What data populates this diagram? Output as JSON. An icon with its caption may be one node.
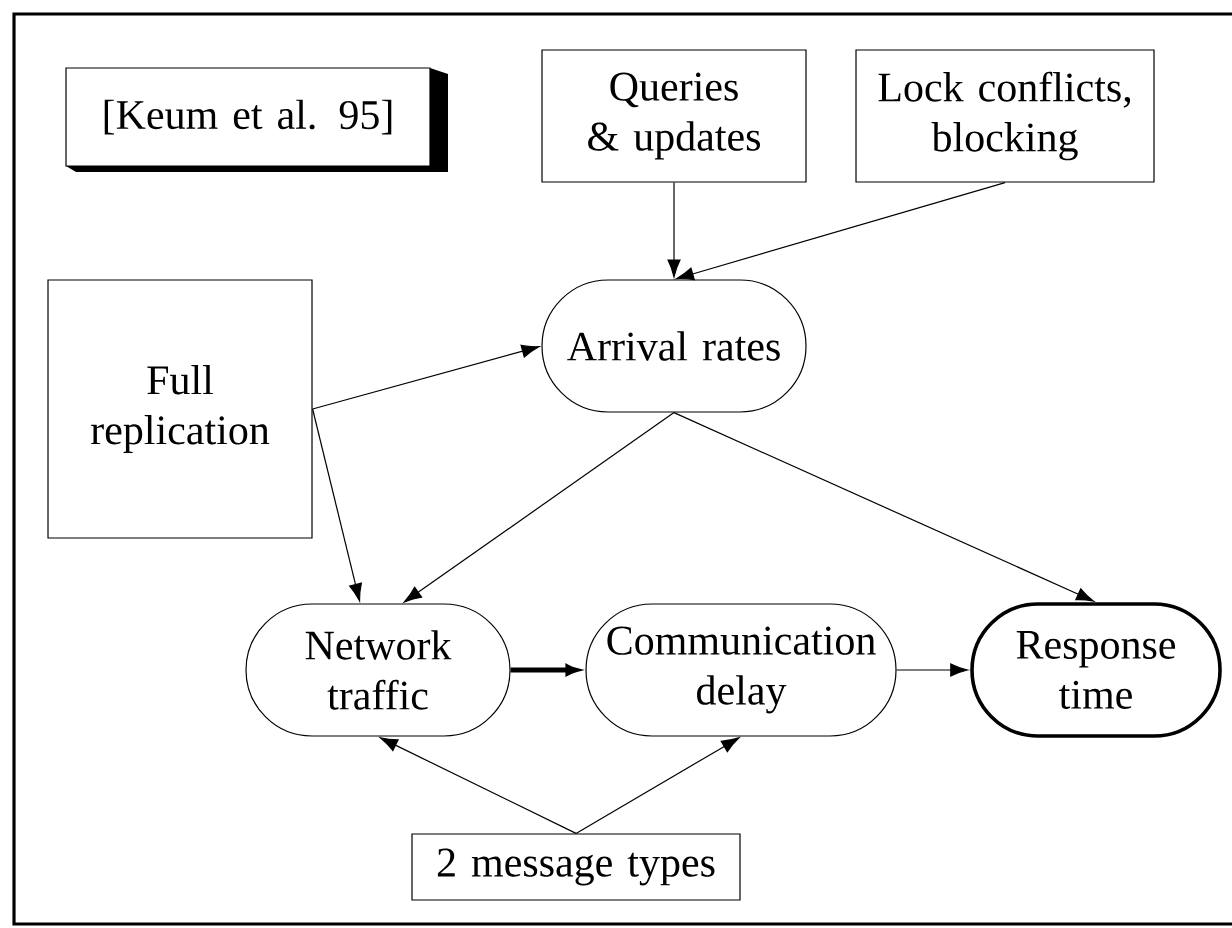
{
  "diagram": {
    "nodes": [
      {
        "text": [
          "[Keum et al. 95]"
        ]
      },
      {
        "text": [
          "Queries & updates"
        ]
      },
      {
        "text": [
          "Lock conflicts, blocking"
        ]
      },
      {
        "text": [
          "Full replication"
        ]
      },
      {
        "text": [
          "Arrival rates"
        ]
      },
      {
        "text": [
          "Network traffic"
        ]
      },
      {
        "text": [
          "Communication delay"
        ]
      },
      {
        "text": [
          "Response time"
        ]
      },
      {
        "text": [
          "2 message types"
        ]
      }
    ],
    "edges": [
      {
        "from": 1,
        "to": 4,
        "arrow": "to"
      },
      {
        "from": 2,
        "to": 4,
        "arrow": "to"
      },
      {
        "from": 3,
        "to": 4,
        "arrow": "to"
      },
      {
        "from": 3,
        "to": 5,
        "arrow": "to"
      },
      {
        "from": 4,
        "to": 5,
        "arrow": "to"
      },
      {
        "from": 4,
        "to": 7,
        "arrow": "to"
      },
      {
        "from": 5,
        "to": 6,
        "arrow": "to",
        "style": "thick"
      },
      {
        "from": 6,
        "to": 7,
        "arrow": "to"
      },
      {
        "from": 8,
        "to": 5,
        "arrow": "to"
      },
      {
        "from": 8,
        "to": 6,
        "arrow": "to"
      }
    ]
  }
}
